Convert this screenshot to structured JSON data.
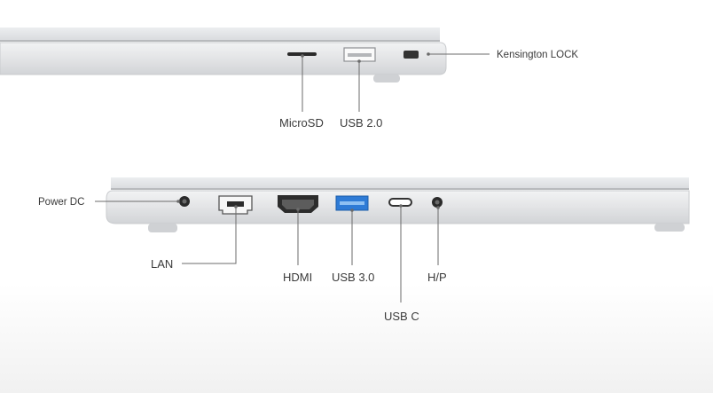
{
  "top_view": {
    "ports": {
      "microsd": "MicroSD",
      "usb2": "USB 2.0",
      "kensington": "Kensington LOCK"
    }
  },
  "bottom_view": {
    "ports": {
      "power_dc": "Power DC",
      "lan": "LAN",
      "hdmi": "HDMI",
      "usb3": "USB 3.0",
      "usbc": "USB C",
      "hp": "H/P"
    }
  },
  "colors": {
    "chassis": "#e4e5e7",
    "chassis_edge": "#c9cbce",
    "leader_line": "#6b6b6b",
    "usb3_accent": "#2e7bd6",
    "port_dark": "#1f1f1f"
  }
}
